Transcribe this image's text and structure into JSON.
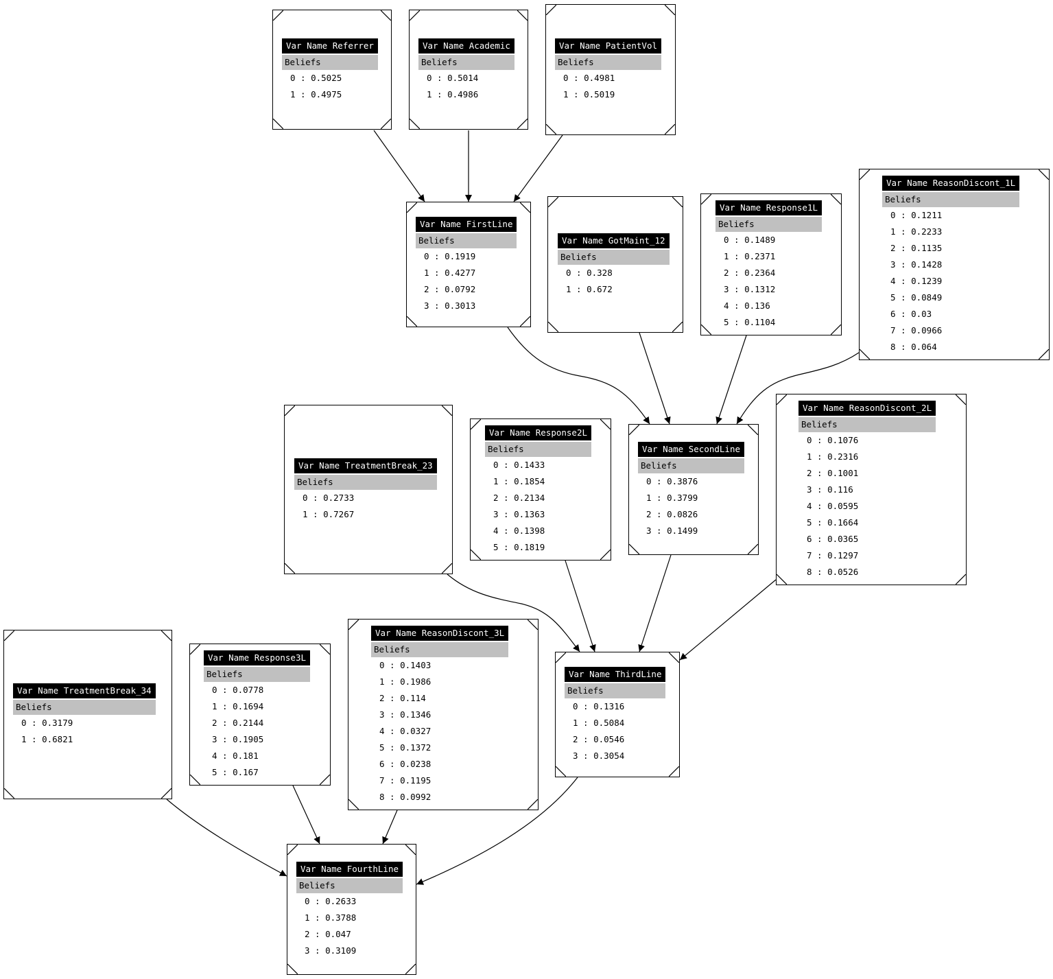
{
  "labels": {
    "var_prefix": "Var Name",
    "beliefs": "Beliefs"
  },
  "nodes": [
    {
      "id": "Referrer",
      "name": "Referrer",
      "beliefs": [
        {
          "state": "0",
          "value": "0.5025"
        },
        {
          "state": "1",
          "value": "0.4975"
        }
      ]
    },
    {
      "id": "Academic",
      "name": "Academic",
      "beliefs": [
        {
          "state": "0",
          "value": "0.5014"
        },
        {
          "state": "1",
          "value": "0.4986"
        }
      ]
    },
    {
      "id": "PatientVol",
      "name": "PatientVol",
      "beliefs": [
        {
          "state": "0",
          "value": "0.4981"
        },
        {
          "state": "1",
          "value": "0.5019"
        }
      ]
    },
    {
      "id": "FirstLine",
      "name": "FirstLine",
      "beliefs": [
        {
          "state": "0",
          "value": "0.1919"
        },
        {
          "state": "1",
          "value": "0.4277"
        },
        {
          "state": "2",
          "value": "0.0792"
        },
        {
          "state": "3",
          "value": "0.3013"
        }
      ]
    },
    {
      "id": "GotMaint_12",
      "name": "GotMaint_12",
      "beliefs": [
        {
          "state": "0",
          "value": "0.328"
        },
        {
          "state": "1",
          "value": "0.672"
        }
      ]
    },
    {
      "id": "Response1L",
      "name": "Response1L",
      "beliefs": [
        {
          "state": "0",
          "value": "0.1489"
        },
        {
          "state": "1",
          "value": "0.2371"
        },
        {
          "state": "2",
          "value": "0.2364"
        },
        {
          "state": "3",
          "value": "0.1312"
        },
        {
          "state": "4",
          "value": "0.136"
        },
        {
          "state": "5",
          "value": "0.1104"
        }
      ]
    },
    {
      "id": "ReasonDiscont_1L",
      "name": "ReasonDiscont_1L",
      "beliefs": [
        {
          "state": "0",
          "value": "0.1211"
        },
        {
          "state": "1",
          "value": "0.2233"
        },
        {
          "state": "2",
          "value": "0.1135"
        },
        {
          "state": "3",
          "value": "0.1428"
        },
        {
          "state": "4",
          "value": "0.1239"
        },
        {
          "state": "5",
          "value": "0.0849"
        },
        {
          "state": "6",
          "value": "0.03"
        },
        {
          "state": "7",
          "value": "0.0966"
        },
        {
          "state": "8",
          "value": "0.064"
        }
      ]
    },
    {
      "id": "TreatmentBreak_23",
      "name": "TreatmentBreak_23",
      "beliefs": [
        {
          "state": "0",
          "value": "0.2733"
        },
        {
          "state": "1",
          "value": "0.7267"
        }
      ]
    },
    {
      "id": "Response2L",
      "name": "Response2L",
      "beliefs": [
        {
          "state": "0",
          "value": "0.1433"
        },
        {
          "state": "1",
          "value": "0.1854"
        },
        {
          "state": "2",
          "value": "0.2134"
        },
        {
          "state": "3",
          "value": "0.1363"
        },
        {
          "state": "4",
          "value": "0.1398"
        },
        {
          "state": "5",
          "value": "0.1819"
        }
      ]
    },
    {
      "id": "SecondLine",
      "name": "SecondLine",
      "beliefs": [
        {
          "state": "0",
          "value": "0.3876"
        },
        {
          "state": "1",
          "value": "0.3799"
        },
        {
          "state": "2",
          "value": "0.0826"
        },
        {
          "state": "3",
          "value": "0.1499"
        }
      ]
    },
    {
      "id": "ReasonDiscont_2L",
      "name": "ReasonDiscont_2L",
      "beliefs": [
        {
          "state": "0",
          "value": "0.1076"
        },
        {
          "state": "1",
          "value": "0.2316"
        },
        {
          "state": "2",
          "value": "0.1001"
        },
        {
          "state": "3",
          "value": "0.116"
        },
        {
          "state": "4",
          "value": "0.0595"
        },
        {
          "state": "5",
          "value": "0.1664"
        },
        {
          "state": "6",
          "value": "0.0365"
        },
        {
          "state": "7",
          "value": "0.1297"
        },
        {
          "state": "8",
          "value": "0.0526"
        }
      ]
    },
    {
      "id": "TreatmentBreak_34",
      "name": "TreatmentBreak_34",
      "beliefs": [
        {
          "state": "0",
          "value": "0.3179"
        },
        {
          "state": "1",
          "value": "0.6821"
        }
      ]
    },
    {
      "id": "Response3L",
      "name": "Response3L",
      "beliefs": [
        {
          "state": "0",
          "value": "0.0778"
        },
        {
          "state": "1",
          "value": "0.1694"
        },
        {
          "state": "2",
          "value": "0.2144"
        },
        {
          "state": "3",
          "value": "0.1905"
        },
        {
          "state": "4",
          "value": "0.181"
        },
        {
          "state": "5",
          "value": "0.167"
        }
      ]
    },
    {
      "id": "ReasonDiscont_3L",
      "name": "ReasonDiscont_3L",
      "beliefs": [
        {
          "state": "0",
          "value": "0.1403"
        },
        {
          "state": "1",
          "value": "0.1986"
        },
        {
          "state": "2",
          "value": "0.114"
        },
        {
          "state": "3",
          "value": "0.1346"
        },
        {
          "state": "4",
          "value": "0.0327"
        },
        {
          "state": "5",
          "value": "0.1372"
        },
        {
          "state": "6",
          "value": "0.0238"
        },
        {
          "state": "7",
          "value": "0.1195"
        },
        {
          "state": "8",
          "value": "0.0992"
        }
      ]
    },
    {
      "id": "ThirdLine",
      "name": "ThirdLine",
      "beliefs": [
        {
          "state": "0",
          "value": "0.1316"
        },
        {
          "state": "1",
          "value": "0.5084"
        },
        {
          "state": "2",
          "value": "0.0546"
        },
        {
          "state": "3",
          "value": "0.3054"
        }
      ]
    },
    {
      "id": "FourthLine",
      "name": "FourthLine",
      "beliefs": [
        {
          "state": "0",
          "value": "0.2633"
        },
        {
          "state": "1",
          "value": "0.3788"
        },
        {
          "state": "2",
          "value": "0.047"
        },
        {
          "state": "3",
          "value": "0.3109"
        }
      ]
    }
  ],
  "edges": [
    {
      "from": "Referrer",
      "to": "FirstLine"
    },
    {
      "from": "Academic",
      "to": "FirstLine"
    },
    {
      "from": "PatientVol",
      "to": "FirstLine"
    },
    {
      "from": "FirstLine",
      "to": "SecondLine"
    },
    {
      "from": "GotMaint_12",
      "to": "SecondLine"
    },
    {
      "from": "Response1L",
      "to": "SecondLine"
    },
    {
      "from": "ReasonDiscont_1L",
      "to": "SecondLine"
    },
    {
      "from": "TreatmentBreak_23",
      "to": "ThirdLine"
    },
    {
      "from": "Response2L",
      "to": "ThirdLine"
    },
    {
      "from": "SecondLine",
      "to": "ThirdLine"
    },
    {
      "from": "ReasonDiscont_2L",
      "to": "ThirdLine"
    },
    {
      "from": "TreatmentBreak_34",
      "to": "FourthLine"
    },
    {
      "from": "Response3L",
      "to": "FourthLine"
    },
    {
      "from": "ReasonDiscont_3L",
      "to": "FourthLine"
    },
    {
      "from": "ThirdLine",
      "to": "FourthLine"
    }
  ]
}
